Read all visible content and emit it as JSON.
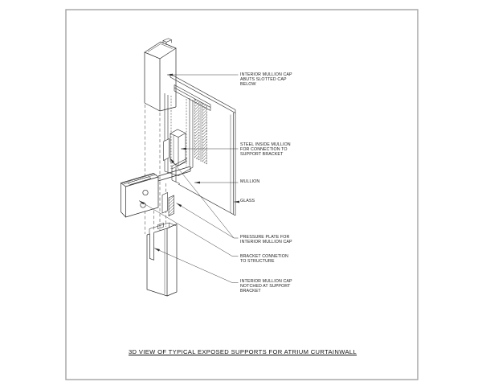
{
  "title": "3D VIEW OF TYPICAL EXPOSED SUPPORTS FOR ATRIUM CURTAINWALL",
  "annotations": [
    {
      "id": "interior-mullion-cap-abuts",
      "text": "INTERIOR MULLION CAP\nABUTS SLOTTED CAP\nBELOW"
    },
    {
      "id": "steel-inside-mullion",
      "text": "STEEL INSIDE MULLION\nFOR CONNECTION TO\nSUPPORT BRACKET"
    },
    {
      "id": "mullion",
      "text": "MULLION"
    },
    {
      "id": "glass",
      "text": "GLASS"
    },
    {
      "id": "pressure-plate",
      "text": "PRESSURE PLATE FOR\nINTERIOR MULLION CAP"
    },
    {
      "id": "bracket-connection",
      "text": "BRACKET CONNETION\nTO STRUCTURE"
    },
    {
      "id": "notched-cap",
      "text": "INTERIOR MULLION CAP\nNOTCHED AT SUPPORT\nBRACKET"
    }
  ],
  "colors": {
    "page_background": "#ffffff",
    "border": "#a3a3a3",
    "line": "#2b2b2b",
    "leader": "#3a3a3a",
    "text": "#1c1c1c"
  }
}
